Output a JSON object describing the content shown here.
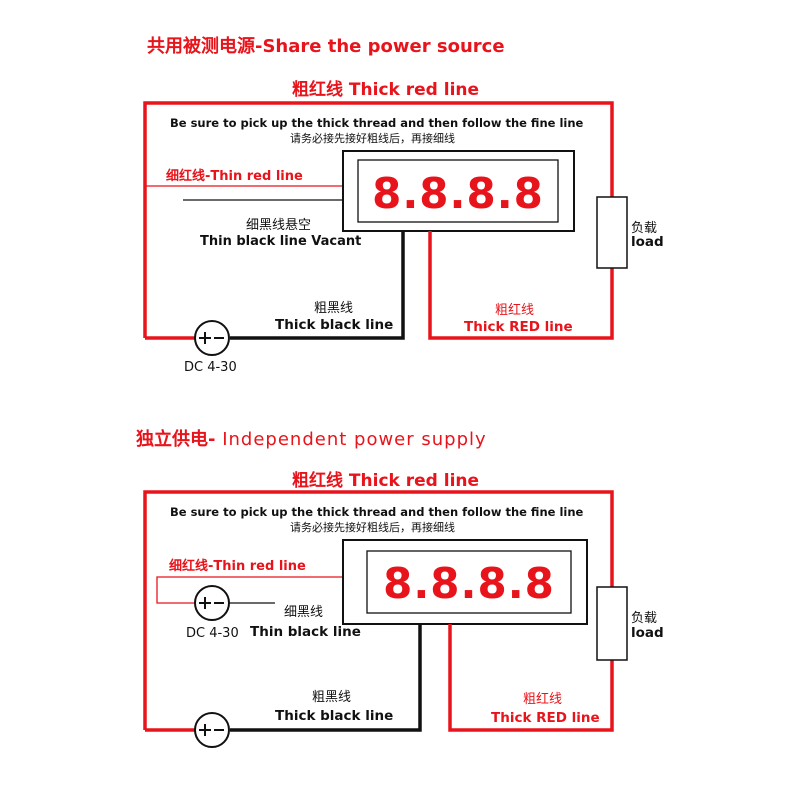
{
  "colors": {
    "red": "#e8141b",
    "black": "#111111"
  },
  "display_digits": "8.8.8.8",
  "sections": [
    {
      "heading_cn": "共用被测电源",
      "heading_en": "-Share the power source",
      "thick_red_cn": "粗红线",
      "thick_red_en": "Thick red line",
      "instruction_en": "Be sure to pick up the thick thread and then follow the fine line",
      "instruction_cn": "请务必接先接好粗线后，再接细线",
      "thin_red": "细红线-Thin red line",
      "thin_black_cn": "细黑线悬空",
      "thin_black_en": "Thin black line Vacant",
      "thick_black_cn": "粗黑线",
      "thick_black_en": "Thick black line",
      "dc_label": "DC 4-30",
      "thick_red2_cn": "粗红线",
      "thick_red2_en": "Thick RED line",
      "load_cn": "负载",
      "load_en": "load"
    },
    {
      "heading_cn": "独立供电-",
      "heading_en": " Independent power supply",
      "thick_red_cn": "粗红线",
      "thick_red_en": "Thick red line",
      "instruction_en": "Be sure to pick up the thick thread and then follow the fine line",
      "instruction_cn": "请务必接先接好粗线后，再接细线",
      "thin_red": "细红线-Thin red line",
      "thin_black_cn": "细黑线",
      "thin_black_en": "Thin black line",
      "dc_label_small": "DC 4-30",
      "thick_black_cn": "粗黑线",
      "thick_black_en": "Thick black line",
      "thick_red2_cn": "粗红线",
      "thick_red2_en": "Thick RED line",
      "load_cn": "负载",
      "load_en": "load"
    }
  ]
}
